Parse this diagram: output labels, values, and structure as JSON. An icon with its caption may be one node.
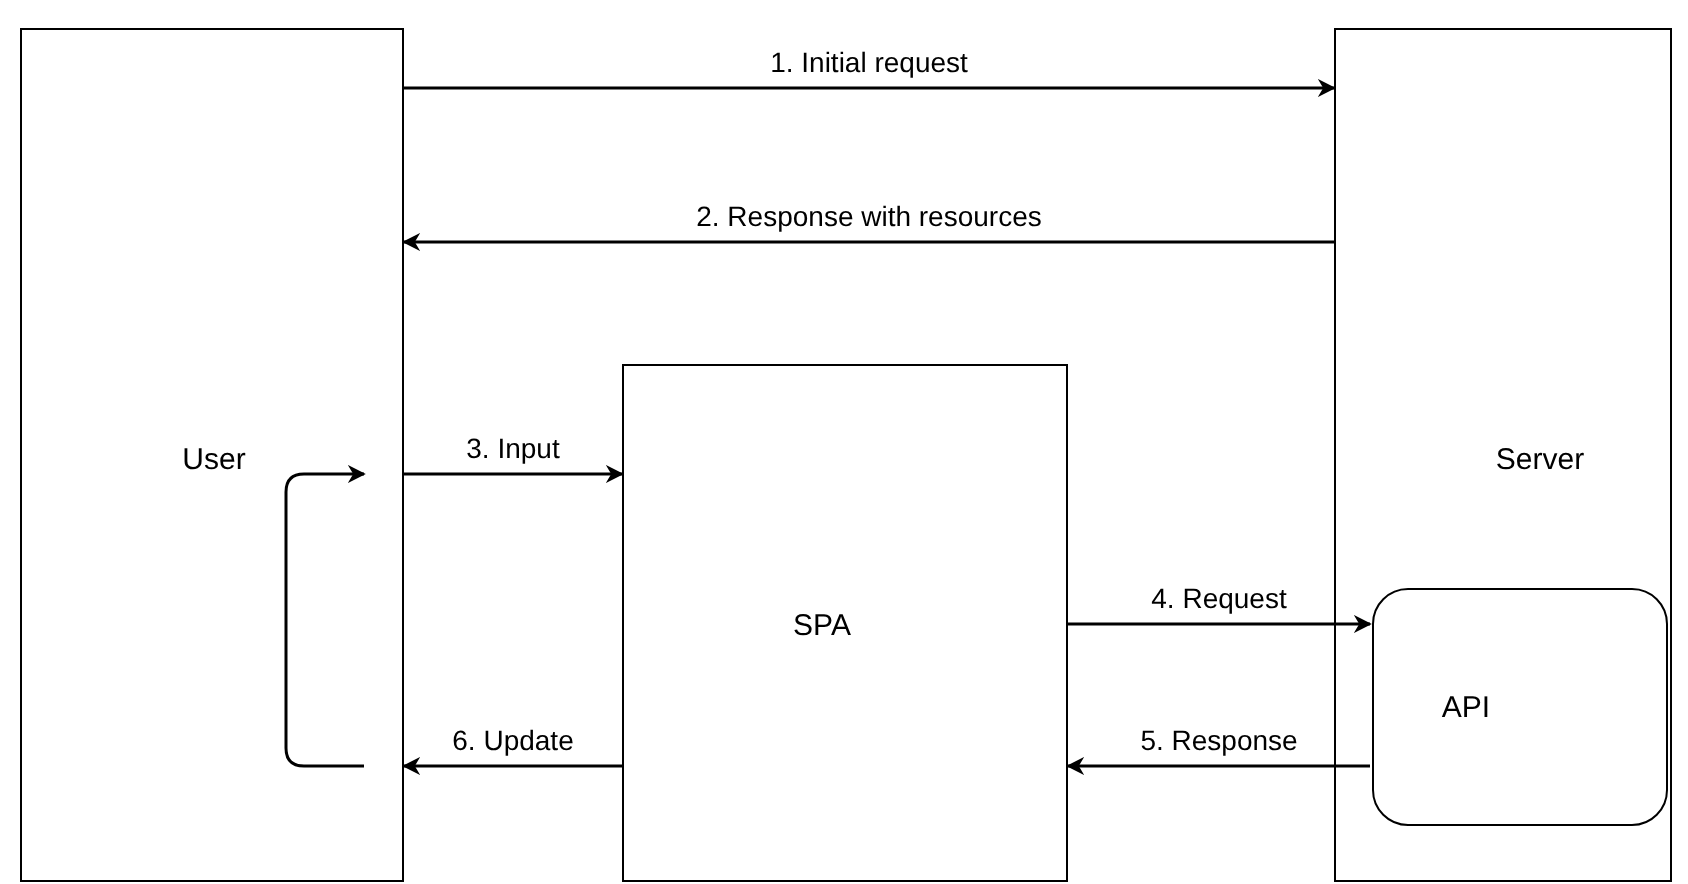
{
  "diagram": {
    "nodes": [
      {
        "text": [
          "User"
        ]
      },
      {
        "text": [
          "Server"
        ]
      },
      {
        "text": [
          "SPA"
        ]
      },
      {
        "text": [
          "API"
        ],
        "in": 1
      }
    ],
    "edges": [
      {
        "from": 0,
        "to": 1,
        "arrow": "to",
        "label": "1. Initial request"
      },
      {
        "from": 1,
        "to": 0,
        "arrow": "to",
        "label": "2. Response with resources"
      },
      {
        "from": 0,
        "to": 2,
        "arrow": "to",
        "label": "3. Input"
      },
      {
        "from": 2,
        "to": 3,
        "arrow": "to",
        "label": "4. Request"
      },
      {
        "from": 3,
        "to": 2,
        "arrow": "to",
        "label": "5. Response"
      },
      {
        "from": 2,
        "to": 0,
        "arrow": "to",
        "label": "6. Update"
      },
      {
        "from": 0,
        "to": 0,
        "arrow": "to"
      }
    ]
  }
}
